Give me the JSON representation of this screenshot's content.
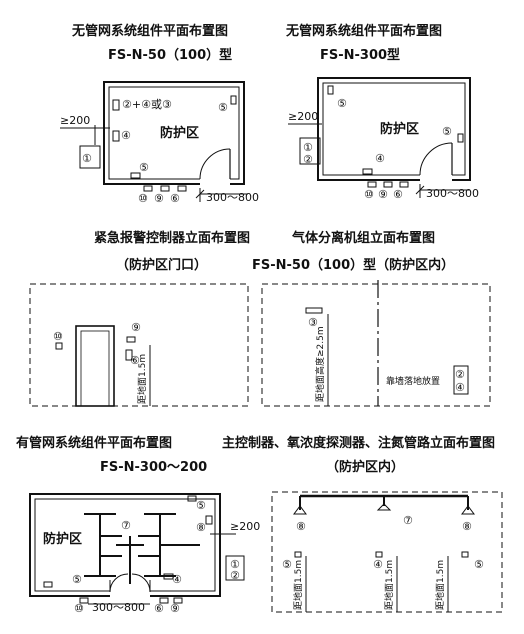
{
  "panels": {
    "p1": {
      "title": "无管网系统组件平面布置图",
      "subtitle": "FS-N-50（100）型",
      "zone": "防护区",
      "dist": "≥200",
      "span": "300～800",
      "m1": "①",
      "m2_4_3": "②+④或③",
      "m4": "④",
      "m5a": "⑤",
      "m5b": "⑤",
      "m6": "⑥",
      "m9": "⑨",
      "m10": "⑩"
    },
    "p2": {
      "title": "无管网系统组件平面布置图",
      "subtitle": "FS-N-300型",
      "zone": "防护区",
      "dist": "≥200",
      "span": "300～800",
      "m1": "①",
      "m2": "②",
      "m4": "④",
      "m5a": "⑤",
      "m5b": "⑤",
      "m6": "⑥",
      "m9": "⑨",
      "m10": "⑩"
    },
    "p3": {
      "title": "紧急报警控制器立面布置图",
      "subtitle": "（防护区门口）",
      "m10": "⑩",
      "m9": "⑨",
      "m6": "⑥",
      "height": "距地面1.5m"
    },
    "p4": {
      "title": "气体分离机组立面布置图",
      "subtitle": "FS-N-50（100）型（防护区内）",
      "m3": "③",
      "m2": "②",
      "m4": "④",
      "height": "距地面高度≥2.5m",
      "floor": "靠墙落地放置"
    },
    "p5": {
      "title": "有管网系统组件平面布置图",
      "subtitle": "FS-N-300～200",
      "zone": "防护区",
      "dist": "≥200",
      "span": "300～800",
      "m1": "①",
      "m2": "②",
      "m4": "④",
      "m5a": "⑤",
      "m5b": "⑤",
      "m6": "⑥",
      "m7": "⑦",
      "m8": "⑧",
      "m9": "⑨",
      "m10": "⑩"
    },
    "p6": {
      "title": "主控制器、氧浓度探测器、注氮管路立面布置图",
      "subtitle": "（防护区内）",
      "m8a": "⑧",
      "m8b": "⑧",
      "m7": "⑦",
      "m5a": "⑤",
      "m5b": "⑤",
      "m4": "④",
      "h1": "距地面1.5m",
      "h2": "距地面1.5m",
      "h3": "距地面1.5m"
    }
  }
}
